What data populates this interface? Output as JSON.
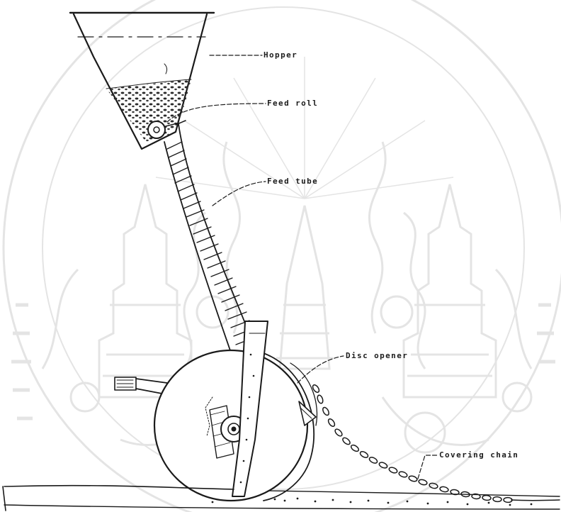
{
  "colors": {
    "ink": "#1a1a1a",
    "paper": "#ffffff",
    "watermark": "#e6e6e6"
  },
  "watermark": {
    "kind": "university-seal",
    "inscription": "",
    "visible": true
  },
  "labels": {
    "hopper": "Hopper",
    "feed_roll": "Feed roll",
    "feed_tube": "Feed tube",
    "disc_opener": "Disc opener",
    "covering_chain": "Covering chain"
  }
}
